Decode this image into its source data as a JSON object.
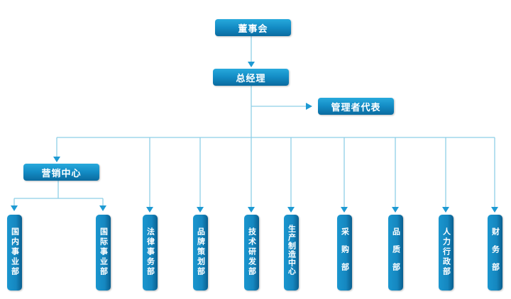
{
  "colors": {
    "box": "#138bc4",
    "line": "#8ecfe6",
    "arrow": "#1e9ad3"
  },
  "top": {
    "board": "董事会",
    "gm": "总经理",
    "mgmt_rep": "管理者代表",
    "marketing": "营销中心"
  },
  "departments": [
    "国内事业部",
    "国际事业部",
    "法律事务部",
    "品牌策划部",
    "技术研发部",
    "生产制造中心",
    "采购部",
    "品质部",
    "人力行政部",
    "财务部"
  ]
}
